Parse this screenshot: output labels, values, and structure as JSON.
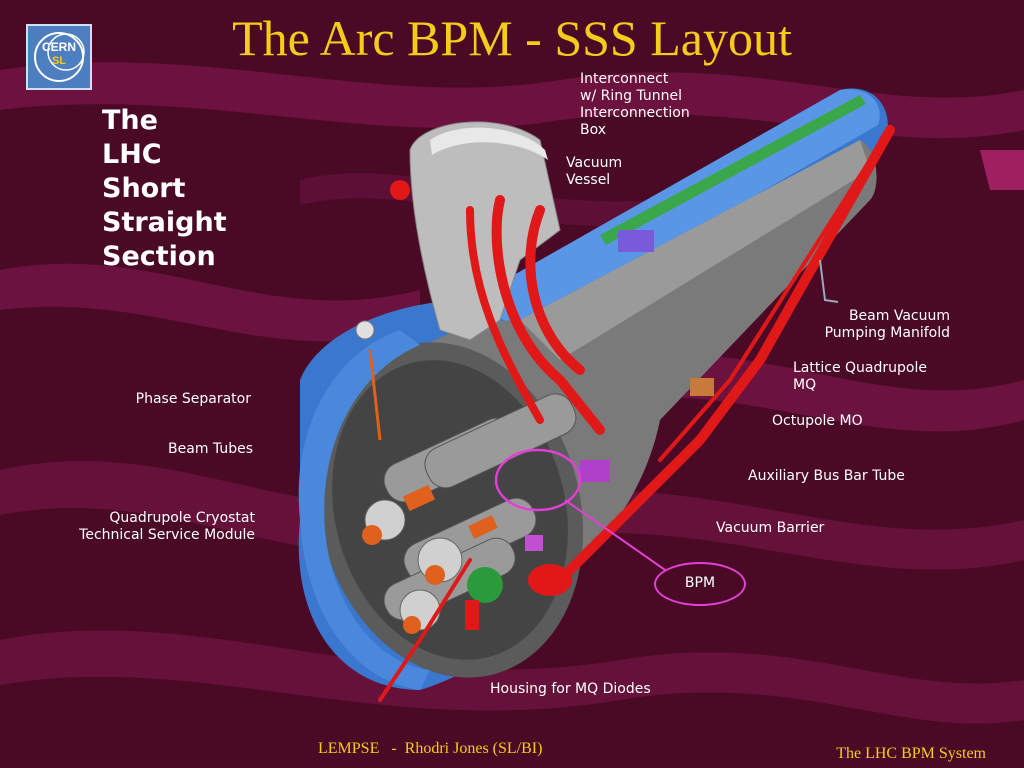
{
  "slide": {
    "title": "The Arc BPM - SSS Layout",
    "logo": {
      "top": "CERN",
      "bottom": "SL"
    },
    "section_title": [
      "The",
      "LHC",
      "Short",
      "Straight",
      "Section"
    ],
    "labels": {
      "interconnect": [
        "Interconnect",
        "w/ Ring Tunnel",
        "Interconnection",
        "Box"
      ],
      "vacuum_vessel": [
        "Vacuum",
        "Vessel"
      ],
      "beam_vacuum": [
        "Beam Vacuum",
        "Pumping Manifold"
      ],
      "lattice_quad": [
        "Lattice Quadrupole",
        "MQ"
      ],
      "octupole": "Octupole MO",
      "aux_bus": "Auxiliary Bus Bar Tube",
      "vacuum_barrier": "Vacuum Barrier",
      "bpm": "BPM",
      "housing": "Housing for MQ Diodes",
      "phase_separator": "Phase Separator",
      "beam_tubes": "Beam Tubes",
      "quad_cryostat": [
        "Quadrupole Cryostat",
        "Technical Service Module"
      ]
    },
    "footer": {
      "left": "LEMPSE   -  Rhodri Jones (SL/BI)",
      "right": "The LHC BPM System"
    },
    "colors": {
      "background": "#4a0a26",
      "title": "#f5cc1a",
      "highlight": "#e23fd5",
      "cryostat_blue": "#3a78d0",
      "pipe_red": "#e01818"
    }
  }
}
